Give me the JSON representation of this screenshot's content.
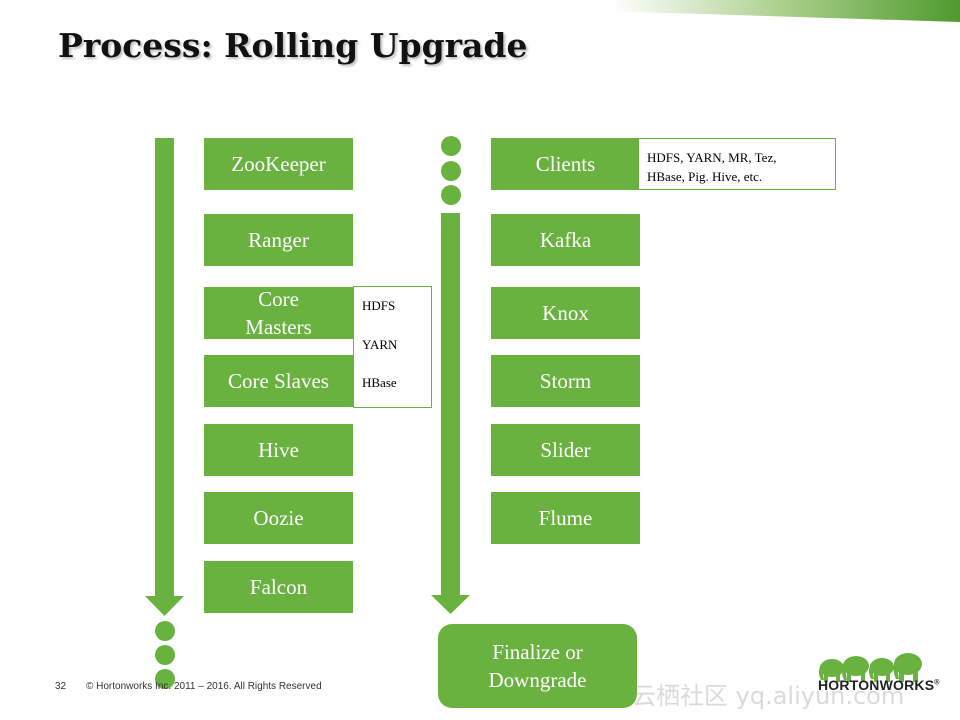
{
  "slide": {
    "title": "Process: Rolling Upgrade",
    "page_number": "32",
    "copyright": "© Hortonworks Inc. 2011 – 2016. All Rights Reserved",
    "logo_text": "HORTONWORKS",
    "watermark": "云栖社区 yq.aliyun.com"
  },
  "colors": {
    "accent_green": "#6ab23f",
    "title_text": "#111111"
  },
  "left_column": {
    "steps": [
      "ZooKeeper",
      "Ranger",
      "Core Masters",
      "Core Slaves",
      "Hive",
      "Oozie",
      "Falcon"
    ],
    "core_note": [
      "HDFS",
      "YARN",
      "HBase"
    ]
  },
  "right_column": {
    "steps": [
      "Clients",
      "Kafka",
      "Knox",
      "Storm",
      "Slider",
      "Flume"
    ],
    "clients_note": [
      "HDFS, YARN, MR, Tez,",
      "HBase, Pig. Hive, etc."
    ],
    "final_step": "Finalize or Downgrade"
  }
}
